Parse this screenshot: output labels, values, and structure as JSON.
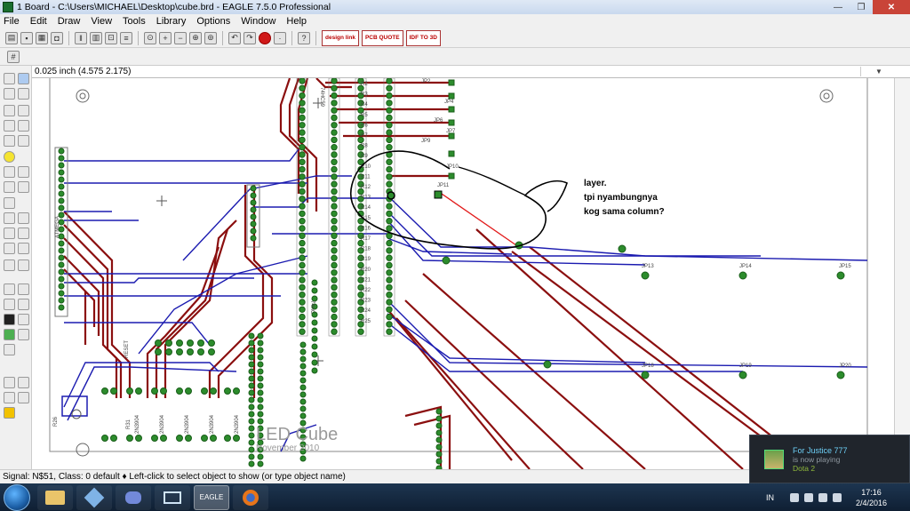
{
  "window": {
    "title": "1 Board - C:\\Users\\MICHAEL\\Desktop\\cube.brd - EAGLE 7.5.0 Professional",
    "min_label": "—",
    "max_label": "❐",
    "close_label": "✕"
  },
  "menu": [
    "File",
    "Edit",
    "Draw",
    "View",
    "Tools",
    "Library",
    "Options",
    "Window",
    "Help"
  ],
  "toolbar": {
    "design_link_label": "design link",
    "pcb_quote_label": "PCB QUOTE",
    "idf_label": "IDF TO 3D"
  },
  "coordinate": {
    "text": "0.025 inch (4.575 2.175)",
    "dropdown": "▼"
  },
  "board": {
    "title": "LED Cube",
    "subtitle": "November 2010",
    "annotation_lines": [
      "layer.",
      "tpi nyambungnya",
      "kog sama column?"
    ],
    "jp_labels": {
      "jp2": "JP2",
      "jp4": "JP4",
      "jp6": "JP6",
      "jp7": "JP7",
      "jp9": "JP9",
      "jp10": "JP10",
      "jp11": "JP11",
      "jp13": "JP13",
      "jp14": "JP14",
      "jp15": "JP15",
      "jp18": "JP18",
      "jp19": "JP19",
      "jp20": "JP20"
    },
    "resistor_labels": [
      "R2",
      "R3",
      "R4",
      "R5",
      "R6",
      "R7",
      "R8",
      "R9",
      "R10",
      "R11",
      "R12",
      "R13",
      "R14",
      "R15",
      "R16",
      "R17",
      "R18",
      "R19",
      "R20",
      "R21",
      "R22",
      "R23",
      "R24",
      "R25"
    ],
    "r26_label": "R26",
    "ic_labels": {
      "ic_top": "74HC59",
      "ic_mid": "74HC",
      "ic_left": "ATMEGA"
    },
    "transistor_labels": [
      "2N3904",
      "2N3904",
      "2N3904",
      "2N3904",
      "2N3904"
    ],
    "small_labels": {
      "r31": "R31",
      "reset": "RESET"
    },
    "trace_colors": {
      "top": "#8b0f0f",
      "bottom": "#1b1bb0",
      "pad": "#2c8c2c"
    }
  },
  "status": {
    "text": "Signal: N$51, Class: 0 default  ♦ Left-click to select object to show (or type object name)"
  },
  "notification": {
    "name": "For Justice 777",
    "status": "is now playing",
    "game": "Dota 2"
  },
  "taskbar": {
    "items": [
      "explorer",
      "virtualbox",
      "discord",
      "window",
      "EAGLE",
      "firefox"
    ],
    "eagle_label": "EAGLE",
    "lang": "IN",
    "time": "17:16",
    "date": "2/4/2016"
  }
}
